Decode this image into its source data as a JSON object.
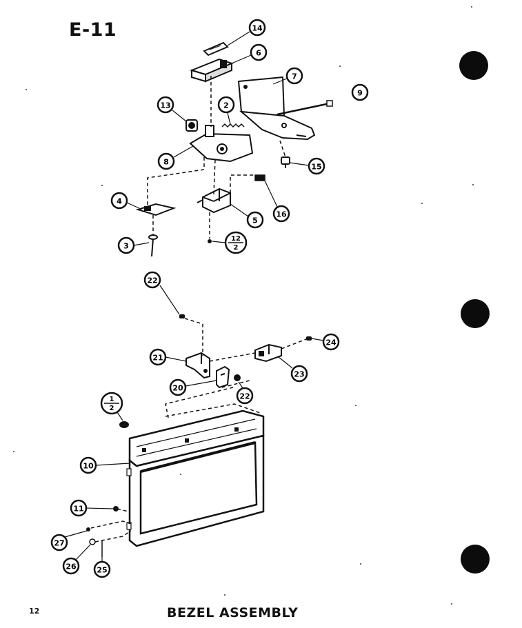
{
  "header": {
    "page_id": "E-11"
  },
  "footer": {
    "page_number": "12",
    "title": "BEZEL ASSEMBLY"
  },
  "callouts": {
    "c14": "14",
    "c6": "6",
    "c7": "7",
    "c9": "9",
    "c13": "13",
    "c2": "2",
    "c8": "8",
    "c15": "15",
    "c4": "4",
    "c5": "5",
    "c16": "16",
    "c3": "3",
    "c12_top": "12",
    "c12_bottom": "2",
    "c22": "22",
    "c24": "24",
    "c21": "21",
    "c23": "23",
    "c20": "20",
    "c22b": "22",
    "frac_top": "1",
    "frac_bottom": "2",
    "c10": "10",
    "c11": "11",
    "c27": "27",
    "c26": "26",
    "c25": "25"
  }
}
